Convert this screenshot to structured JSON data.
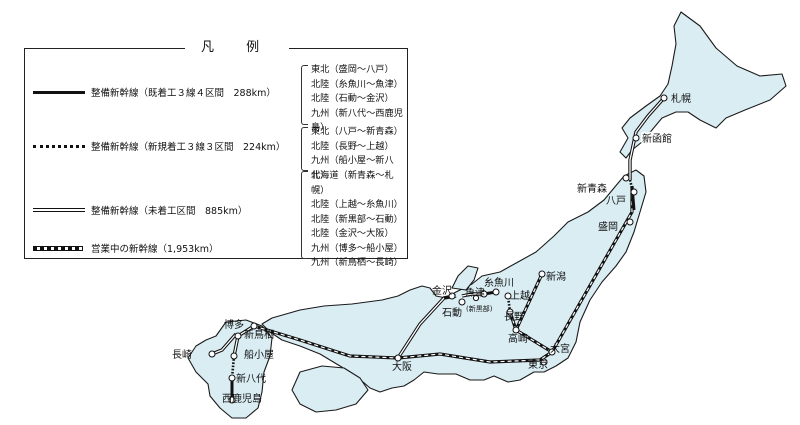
{
  "legend": {
    "title": "凡 例",
    "rows": [
      {
        "type": "built",
        "label": "整備新幹線（既着工３線４区間　288km）",
        "sections": [
          "東北（盛岡〜八戸）",
          "北陸（糸魚川〜魚津）",
          "北陸（石動〜金沢）",
          "九州（新八代〜西鹿児島）"
        ]
      },
      {
        "type": "new",
        "label": "整備新幹線（新規着工３線３区間　224km）",
        "sections": [
          "東北（八戸〜新青森）",
          "北陸（長野〜上越）",
          "九州（船小屋〜新八代）"
        ]
      },
      {
        "type": "future",
        "label": "整備新幹線（未着工区間　885km）",
        "sections": [
          "北海道（新青森〜札幌）",
          "北陸（上越〜糸魚川）",
          "北陸（新黒部〜石動）",
          "北陸（金沢〜大阪）",
          "九州（博多〜船小屋）",
          "九州（新鳥栖〜長崎）"
        ]
      },
      {
        "type": "oper",
        "label": "営業中の新幹線（1,953km）",
        "sections": []
      }
    ]
  },
  "cities": {
    "sapporo": "札幌",
    "shin_hakodate": "新函館",
    "shin_aomori": "新青森",
    "hachinohe": "八戸",
    "morioka": "盛岡",
    "niigata": "新潟",
    "itoigawa": "糸魚川",
    "joetsu": "上越",
    "uozu": "魚津",
    "shin_kurobe": "(新黒部)",
    "kanazawa": "金沢",
    "isurugi": "石動",
    "nagano": "長野",
    "takasaki": "高崎",
    "omiya": "大宮",
    "tokyo": "東京",
    "osaka": "大阪",
    "hakata": "博多",
    "shin_tosu": "新鳥栖",
    "nagasaki": "長崎",
    "funagoya": "船小屋",
    "shin_yatsushiro": "新八代",
    "nishi_kagoshima": "西鹿児島"
  }
}
